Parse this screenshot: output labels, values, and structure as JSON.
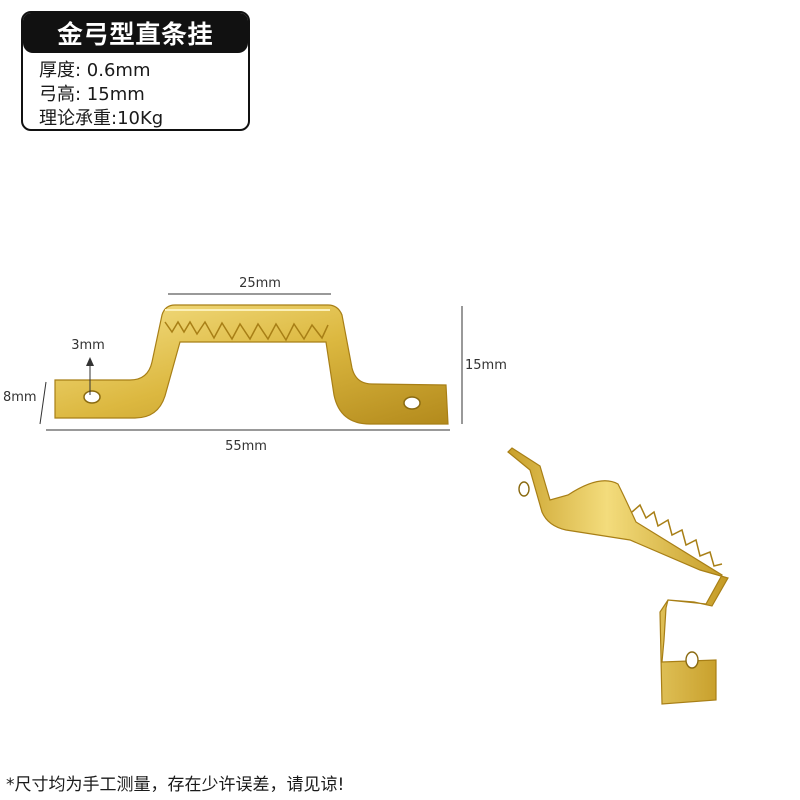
{
  "spec_card": {
    "title": "金弓型直条挂",
    "rows": [
      {
        "label": "厚度: ",
        "value": "0.6mm"
      },
      {
        "label": "弓高: ",
        "value": "15mm"
      },
      {
        "label": "理论承重:",
        "value": "10Kg"
      }
    ]
  },
  "dimensions": {
    "top_width": "25mm",
    "hole_offset": "3mm",
    "height": "15mm",
    "tab_width": "8mm",
    "total_length": "55mm"
  },
  "footnote": "*尺寸均为手工测量，存在少许误差，请见谅!",
  "colors": {
    "brass_light": "#f2da78",
    "brass_mid": "#d9b53a",
    "brass_dark": "#a87f16",
    "card_border": "#111111"
  }
}
